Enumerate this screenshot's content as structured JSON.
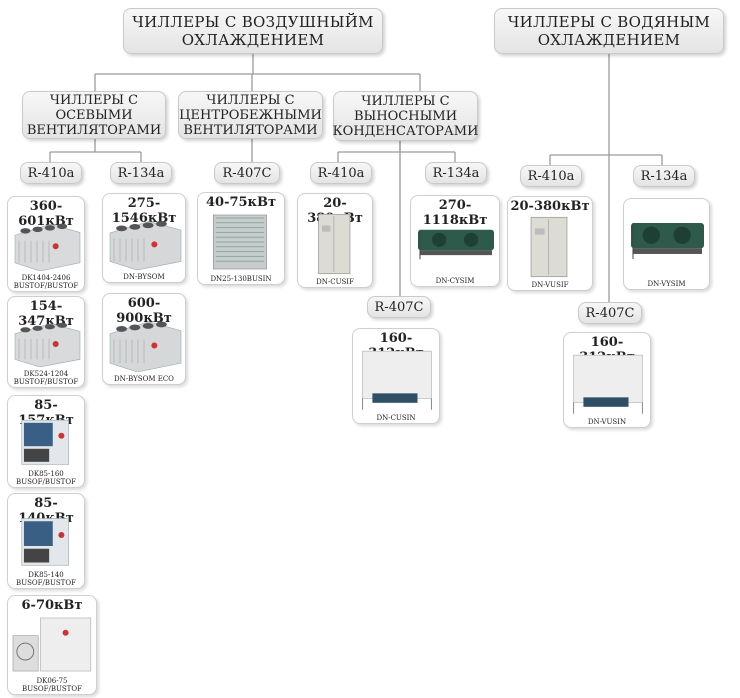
{
  "headers": {
    "air": "ЧИЛЛЕРЫ С ВОЗДУШНЫЙМ ОХЛАЖДЕНИЕМ",
    "water": "ЧИЛЛЕРЫ С ВОДЯНЫМ ОХЛАЖДЕНИЕМ"
  },
  "subgroups": {
    "axial": "ЧИЛЛЕРЫ С ОСЕВЫМИ ВЕНТИЛЯТОРАМИ",
    "centrifugal": "ЧИЛЛЕРЫ С ЦЕНТРОБЕЖНЫМИ ВЕНТИЛЯТОРАМИ",
    "remote": "ЧИЛЛЕРЫ С ВЫНОСНЫМИ КОНДЕНСАТОРАМИ"
  },
  "refrigerants": {
    "r410a": "R-410a",
    "r134a": "R-134a",
    "r407c": "R-407C"
  },
  "products": [
    {
      "id": "dk1404",
      "capacity": "360-601кВт",
      "model": "DK1404-2406\nBUSTOF/BUSTOF",
      "unit_color": "#d8dadc"
    },
    {
      "id": "dk524",
      "capacity": "154-347кВт",
      "model": "DK524-1204\nBUSTOF/BUSTOF",
      "unit_color": "#d8dadc"
    },
    {
      "id": "dk85_160",
      "capacity": "85-157кВт",
      "model": "DK85-160\nBUSOF/BUSTOF",
      "unit_color": "#e3e6ea"
    },
    {
      "id": "dk85_140",
      "capacity": "85-140кВт",
      "model": "DK85-140\nBUSOF/BUSTOF",
      "unit_color": "#e3e6ea"
    },
    {
      "id": "dk06",
      "capacity": "6-70кВт",
      "model": "DK06-75\nBUSOF/BUSTOF",
      "unit_color": "#eeeeee"
    },
    {
      "id": "bysom",
      "capacity": "275-1546кВт",
      "model": "DN-BYSOM",
      "unit_color": "#d5d7d9"
    },
    {
      "id": "bysom_eco",
      "capacity": "600-900кВт",
      "model": "DN-BYSOM ECO",
      "unit_color": "#d5d7d9"
    },
    {
      "id": "dn25",
      "capacity": "40-75кВт",
      "model": "DN25-130BUSIN",
      "unit_color": "#c9cccf"
    },
    {
      "id": "cusif",
      "capacity": "20-380кВт",
      "model": "DN-CUSIF",
      "unit_color": "#dcdcd4"
    },
    {
      "id": "cysim",
      "capacity": "270-1118кВт",
      "model": "DN-CYSIM",
      "unit_color": "#2d5a4a"
    },
    {
      "id": "cusin",
      "capacity": "160-312кВт",
      "model": "DN-CUSIN",
      "unit_color": "#eeeeee"
    },
    {
      "id": "vusif",
      "capacity": "20-380кВт",
      "model": "DN-VUSIF",
      "unit_color": "#dcdcd4"
    },
    {
      "id": "vysim",
      "capacity": "",
      "model": "DN-VYSIM",
      "unit_color": "#2d5a4a"
    },
    {
      "id": "vusin",
      "capacity": "160-312кВт",
      "model": "DN-VUSIN",
      "unit_color": "#eeeeee"
    }
  ]
}
